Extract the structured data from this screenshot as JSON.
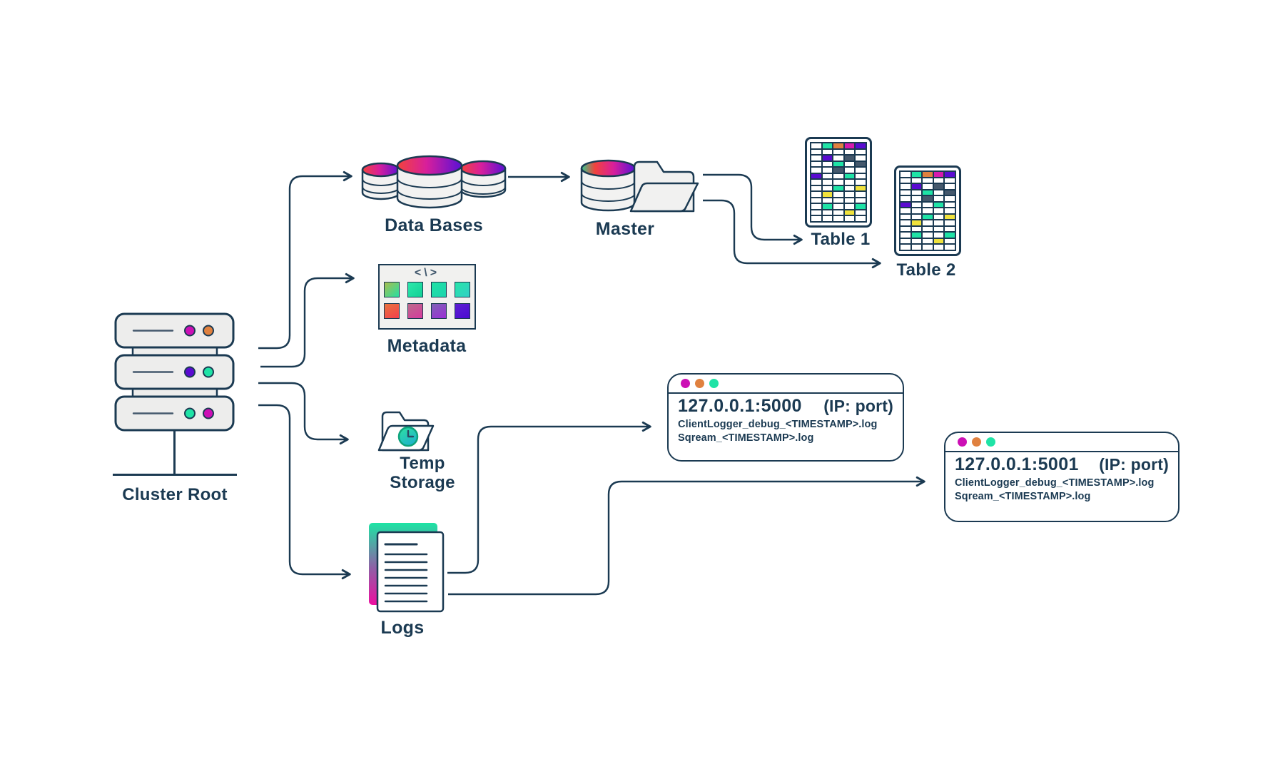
{
  "colors": {
    "ink": "#1b3a52",
    "slate": "#44586c",
    "panel": "#ededec",
    "magenta": "#cc10b5",
    "orange": "#e0813f",
    "teal": "#1fe3a6",
    "purple": "#5a0bd1",
    "yellow": "#f0e23c"
  },
  "cluster": {
    "label": "Cluster Root",
    "leds": [
      "#cc10b5",
      "#e0813f",
      "#5a0bd1",
      "#1fe3a6",
      "#1fe3a6",
      "#cc10b5"
    ]
  },
  "nodes": {
    "databases": {
      "label": "Data Bases"
    },
    "master": {
      "label": "Master"
    },
    "metadata": {
      "label": "Metadata",
      "glyph": "<\\>"
    },
    "temp": {
      "label_line1": "Temp",
      "label_line2": "Storage"
    },
    "logs": {
      "label": "Logs"
    },
    "table1": {
      "label": "Table 1"
    },
    "table2": {
      "label": "Table 2"
    }
  },
  "window_dots": [
    "#cc10b5",
    "#e0813f",
    "#1fe3a6"
  ],
  "terminals": [
    {
      "address": "127.0.0.1:5000",
      "suffix": "(IP: port)",
      "files": [
        "ClientLogger_debug_<TIMESTAMP>.log",
        "Sqream_<TIMESTAMP>.log"
      ]
    },
    {
      "address": "127.0.0.1:5001",
      "suffix": "(IP: port)",
      "files": [
        "ClientLogger_debug_<TIMESTAMP>.log",
        "Sqream_<TIMESTAMP>.log"
      ]
    }
  ],
  "tables": {
    "palette": {
      "w": "#ffffff",
      "t": "#1fe3a6",
      "o": "#e0813f",
      "m": "#d619ae",
      "p": "#5a0bd1",
      "s": "#44586c",
      "y": "#f0e23c"
    },
    "pattern": [
      [
        "w",
        "t",
        "o",
        "m",
        "p"
      ],
      [
        "w",
        "w",
        "w",
        "w",
        "w"
      ],
      [
        "w",
        "p",
        "w",
        "s",
        "w"
      ],
      [
        "w",
        "w",
        "t",
        "w",
        "s"
      ],
      [
        "w",
        "w",
        "s",
        "w",
        "w"
      ],
      [
        "p",
        "w",
        "w",
        "t",
        "w"
      ],
      [
        "w",
        "w",
        "w",
        "w",
        "w"
      ],
      [
        "w",
        "w",
        "t",
        "w",
        "y"
      ],
      [
        "w",
        "y",
        "w",
        "w",
        "w"
      ],
      [
        "w",
        "w",
        "w",
        "w",
        "w"
      ],
      [
        "w",
        "t",
        "w",
        "w",
        "t"
      ],
      [
        "w",
        "w",
        "w",
        "y",
        "w"
      ],
      [
        "w",
        "w",
        "w",
        "w",
        "w"
      ]
    ]
  },
  "metadata_squares": [
    "linear-gradient(135deg,#a9bd4e,#27dfa2)",
    "linear-gradient(135deg,#2ce8ab,#12d096)",
    "linear-gradient(135deg,#1fe2a5,#1bd4ae)",
    "linear-gradient(135deg,#28e5a9,#30cfc5)",
    "linear-gradient(150deg,#e7743d,#f43f4d)",
    "linear-gradient(150deg,#bb6b8b,#d63a9e)",
    "linear-gradient(150deg,#7e62b5,#9b2ed6)",
    "linear-gradient(150deg,#5e20d2,#4a0ad2)"
  ]
}
